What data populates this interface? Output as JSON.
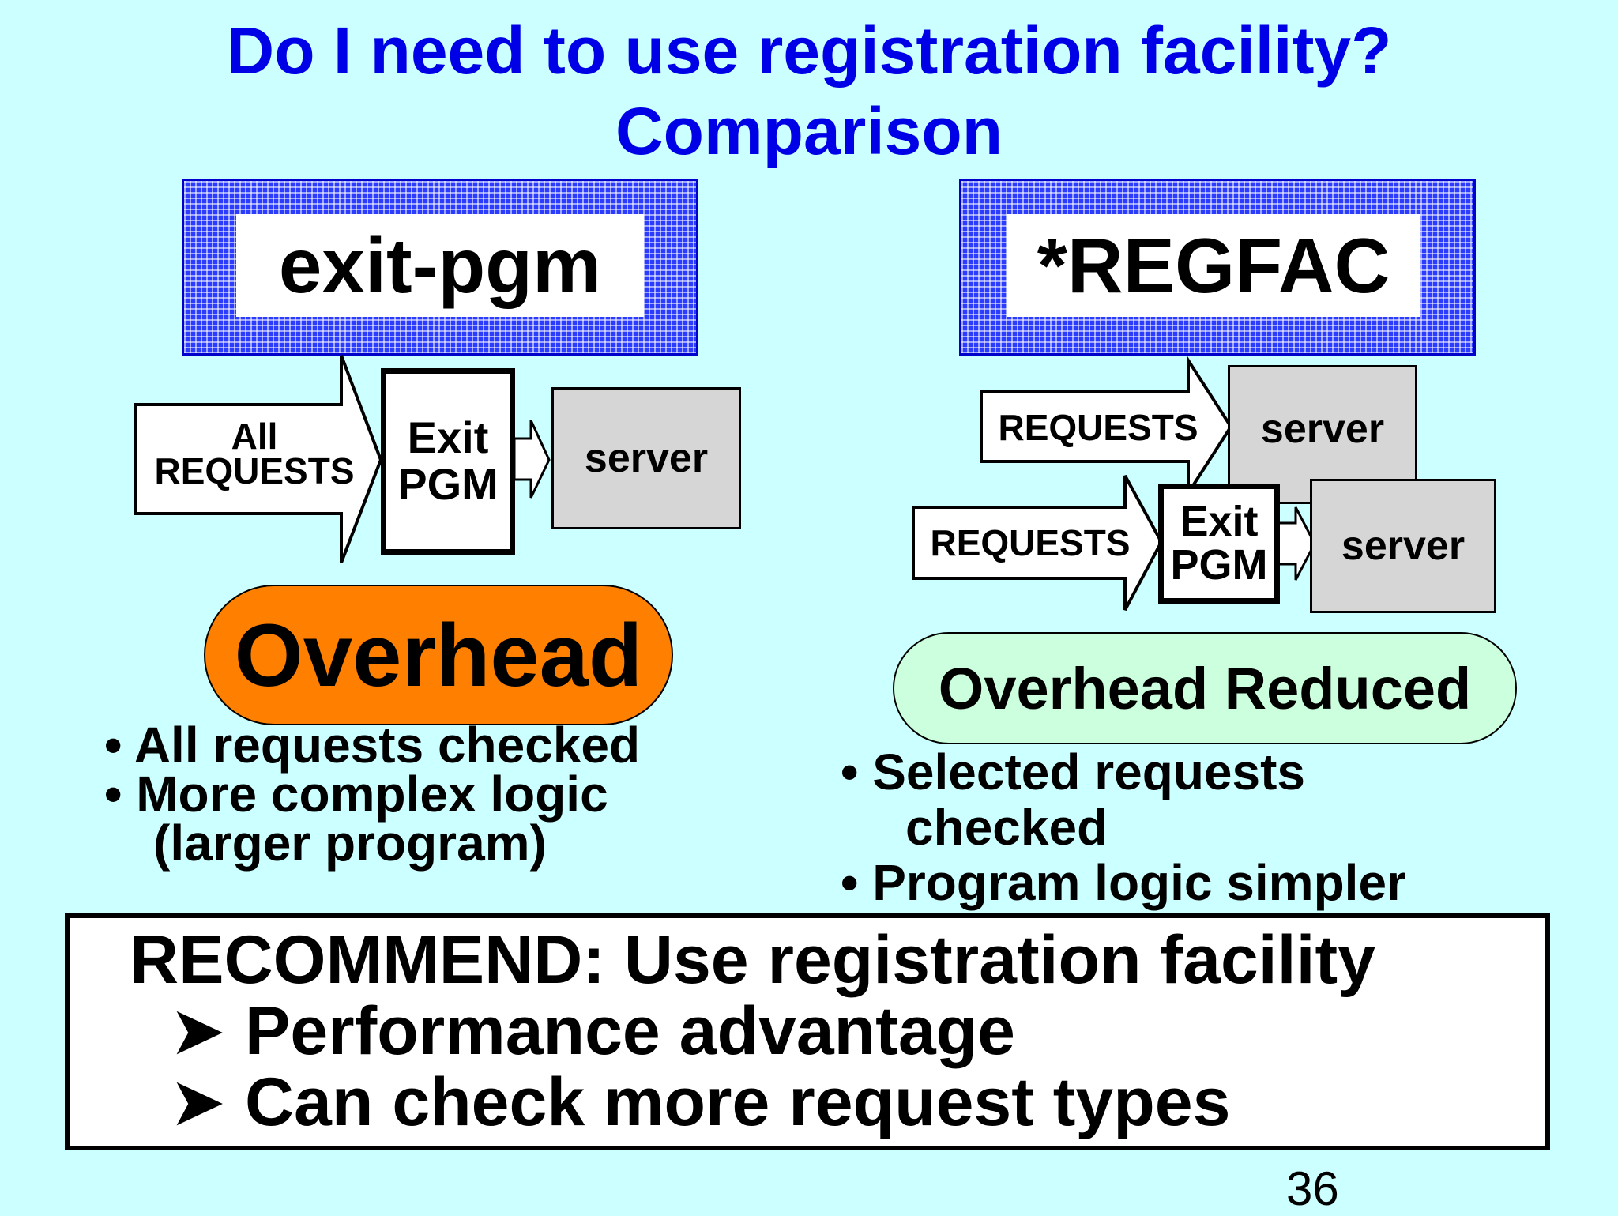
{
  "title": {
    "line1": "Do I need to use registration facility?",
    "line2": "Comparison"
  },
  "left": {
    "banner": "exit-pgm",
    "arrow_label_line1": "All",
    "arrow_label_line2": "REQUESTS",
    "exit_pgm_line1": "Exit",
    "exit_pgm_line2": "PGM",
    "server": "server",
    "overhead": "Overhead",
    "bullets": [
      "• All requests checked",
      "• More complex logic",
      "(larger program)"
    ]
  },
  "right": {
    "banner": "*REGFAC",
    "arrow1_label": "REQUESTS",
    "arrow2_label": "REQUESTS",
    "server_top": "server",
    "exit_pgm_line1": "Exit",
    "exit_pgm_line2": "PGM",
    "server_bottom": "server",
    "overhead": "Overhead Reduced",
    "bullets": [
      "• Selected requests",
      "checked",
      "• Program logic simpler"
    ]
  },
  "recommend": {
    "heading": "RECOMMEND: Use registration facility",
    "points": [
      "➤ Performance advantage",
      "➤ Can check more request types"
    ]
  },
  "page_number": "36",
  "colors": {
    "background": "#ccffff",
    "title": "#0000e6",
    "banner": "#2c3cff",
    "overhead": "#ff8000",
    "overhead_reduced": "#ccffdd",
    "server": "#d6d6d6"
  }
}
